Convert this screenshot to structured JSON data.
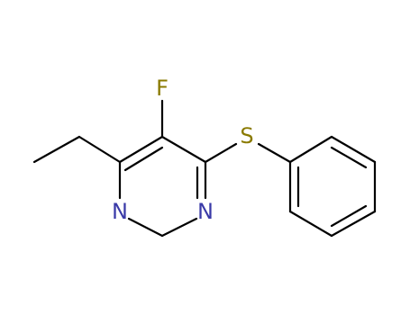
{
  "molecule": {
    "atoms": {
      "fluorine": "F",
      "sulfur": "S",
      "nitrogen_left": "N",
      "nitrogen_right": "N"
    },
    "colors": {
      "bond": "#000000",
      "fluorine": "#8a7a00",
      "sulfur": "#8a7a00",
      "nitrogen": "#3a3aa8"
    }
  }
}
